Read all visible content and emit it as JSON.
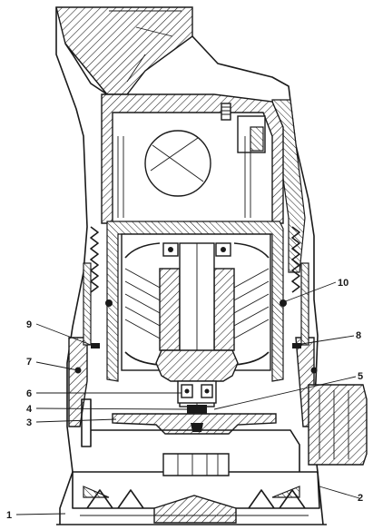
{
  "figure": {
    "callouts": [
      {
        "id": "1",
        "text": "1"
      },
      {
        "id": "2",
        "text": "2"
      },
      {
        "id": "3",
        "text": "3"
      },
      {
        "id": "4",
        "text": "4"
      },
      {
        "id": "5",
        "text": "5"
      },
      {
        "id": "6",
        "text": "6"
      },
      {
        "id": "7",
        "text": "7"
      },
      {
        "id": "8",
        "text": "8"
      },
      {
        "id": "9",
        "text": "9"
      },
      {
        "id": "10",
        "text": "10"
      }
    ],
    "colors": {
      "ink": "#1a1a1a",
      "background": "#ffffff"
    }
  }
}
